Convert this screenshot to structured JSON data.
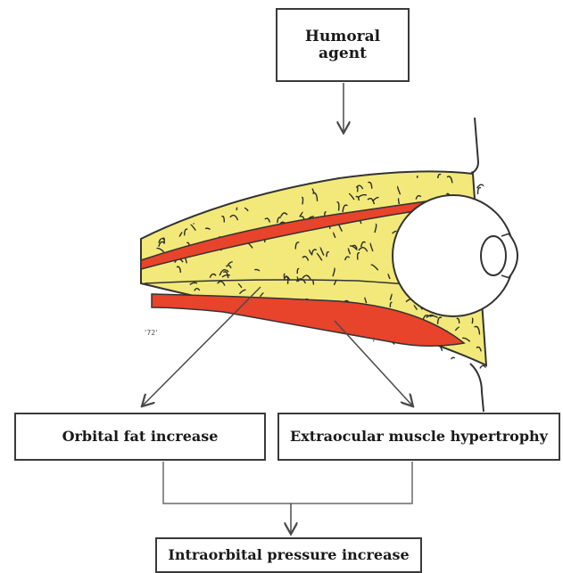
{
  "humoral_agent": {
    "line1": "Humoral",
    "line2": "agent"
  },
  "orbital_fat": {
    "label": "Orbital fat increase"
  },
  "muscle": {
    "label": "Extraocular muscle hypertrophy"
  },
  "pressure": {
    "label": "Intraorbital pressure increase"
  },
  "signature": "'72'",
  "colors": {
    "fat": "#f2e97a",
    "muscle": "#e8432b",
    "outline": "#333333",
    "squiggle": "#2a2a2a"
  }
}
